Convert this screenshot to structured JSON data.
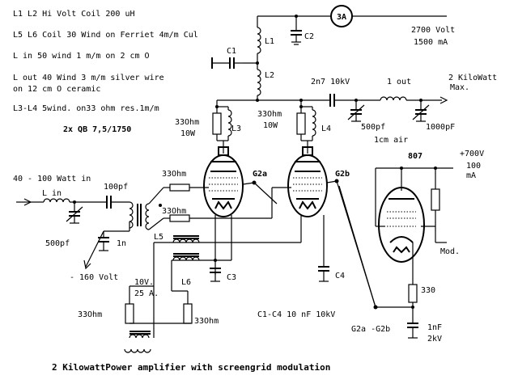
{
  "notes": {
    "line1": "L1 L2  Hi Volt Coil 200 uH",
    "line2": "L5 L6  Coil 30 Wind on Ferriet 4m/m Cul",
    "line3": "L in 50 wind 1 m/m on 2 cm O",
    "line4": "L out 40 Wind 3 m/m silver wire",
    "line5": "on 12 cm O ceramic",
    "line6": "L3-L4 5wind. on33 ohm res.1m/m",
    "tubes": "2x QB 7,5/1750"
  },
  "labels": {
    "meter": "3A",
    "hv_volt": "2700 Volt",
    "hv_current": "1500 mA",
    "c1": "C1",
    "c2": "C2",
    "l1": "L1",
    "l2": "L2",
    "cap_2n7": "2n7 10kV",
    "l_out": "1 out",
    "out_power": "2 KiloWatt",
    "out_max": "Max.",
    "r33_a": "33Ohm",
    "w10_a": "10W",
    "l3": "L3",
    "r33_b": "33Ohm",
    "w10_b": "10W",
    "l4": "L4",
    "c500pf_out": "500pf",
    "c1000pf": "1000pF",
    "air": "1cm air",
    "in_power": "40 - 100 Watt in",
    "l_in": "L in",
    "c100pf": "100pf",
    "c500pf_in": "500pf",
    "c1n": "1n",
    "grid_bias": "- 160 Volt",
    "r33_g1": "33Ohm",
    "r33_g2": "33Ohm",
    "g2a": "G2a",
    "g2b": "G2b",
    "l5": "L5",
    "l6": "L6",
    "c3": "C3",
    "c4": "C4",
    "heater_v": "10V.",
    "heater_a": "25 A.",
    "r33_h1": "33Ohm",
    "r33_h2": "33Ohm",
    "c_values": "C1-C4 10 nF 10kV",
    "g2_junction": "G2a -G2b",
    "mod_tube": "807",
    "mod_v": "+700V",
    "mod_ma_1": "100",
    "mod_ma_2": "mA",
    "mod": "Mod.",
    "r330": "330",
    "c1nf": "1nF",
    "c2kv": "2kV"
  },
  "caption": "2 KilowattPower amplifier with screengrid modulation"
}
